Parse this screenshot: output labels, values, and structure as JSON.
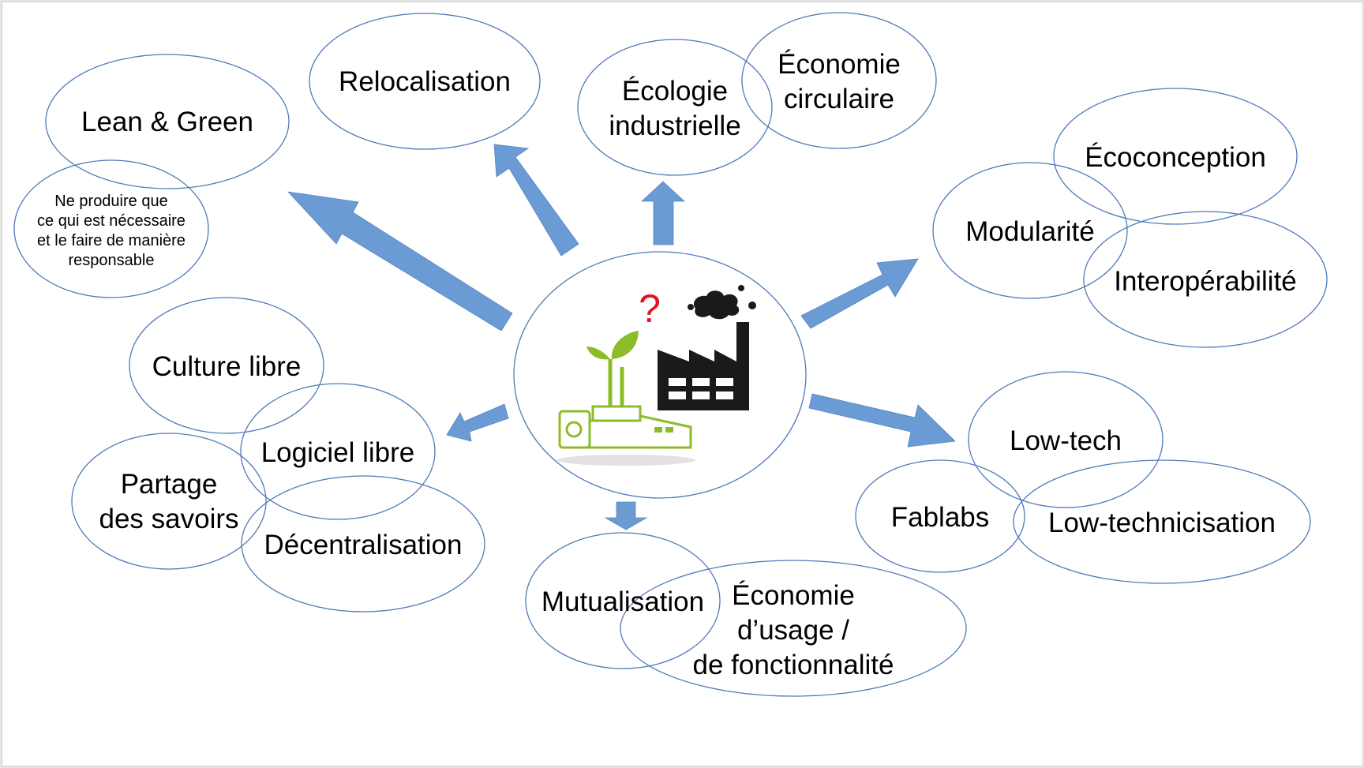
{
  "colors": {
    "ellipse_stroke": "#4f7ab8",
    "arrow_fill": "#6a9bd4",
    "question_mark": "#e0141e",
    "factory": "#1a1a1a",
    "green_plant": "#8cbc2a"
  },
  "center": {
    "question": "?",
    "icon": "factory-and-green-plant-icon"
  },
  "nodes": {
    "lean_green": "Lean & Green",
    "lean_green_note": [
      "Ne produire que",
      "ce qui est nécessaire",
      "et le faire de manière",
      "responsable"
    ],
    "relocalisation": "Relocalisation",
    "ecologie_industrielle": [
      "Écologie",
      "industrielle"
    ],
    "economie_circulaire": [
      "Économie",
      "circulaire"
    ],
    "ecoconception": "Écoconception",
    "modularite": "Modularité",
    "interoperabilite": "Interopérabilité",
    "culture_libre": "Culture libre",
    "logiciel_libre": "Logiciel libre",
    "partage_savoirs": [
      "Partage",
      "des savoirs"
    ],
    "decentralisation": "Décentralisation",
    "low_tech": "Low-tech",
    "fablabs": "Fablabs",
    "low_technicisation": "Low-technicisation",
    "mutualisation": "Mutualisation",
    "economie_usage": [
      "Économie",
      "d’usage /",
      "de fonctionnalité"
    ]
  }
}
